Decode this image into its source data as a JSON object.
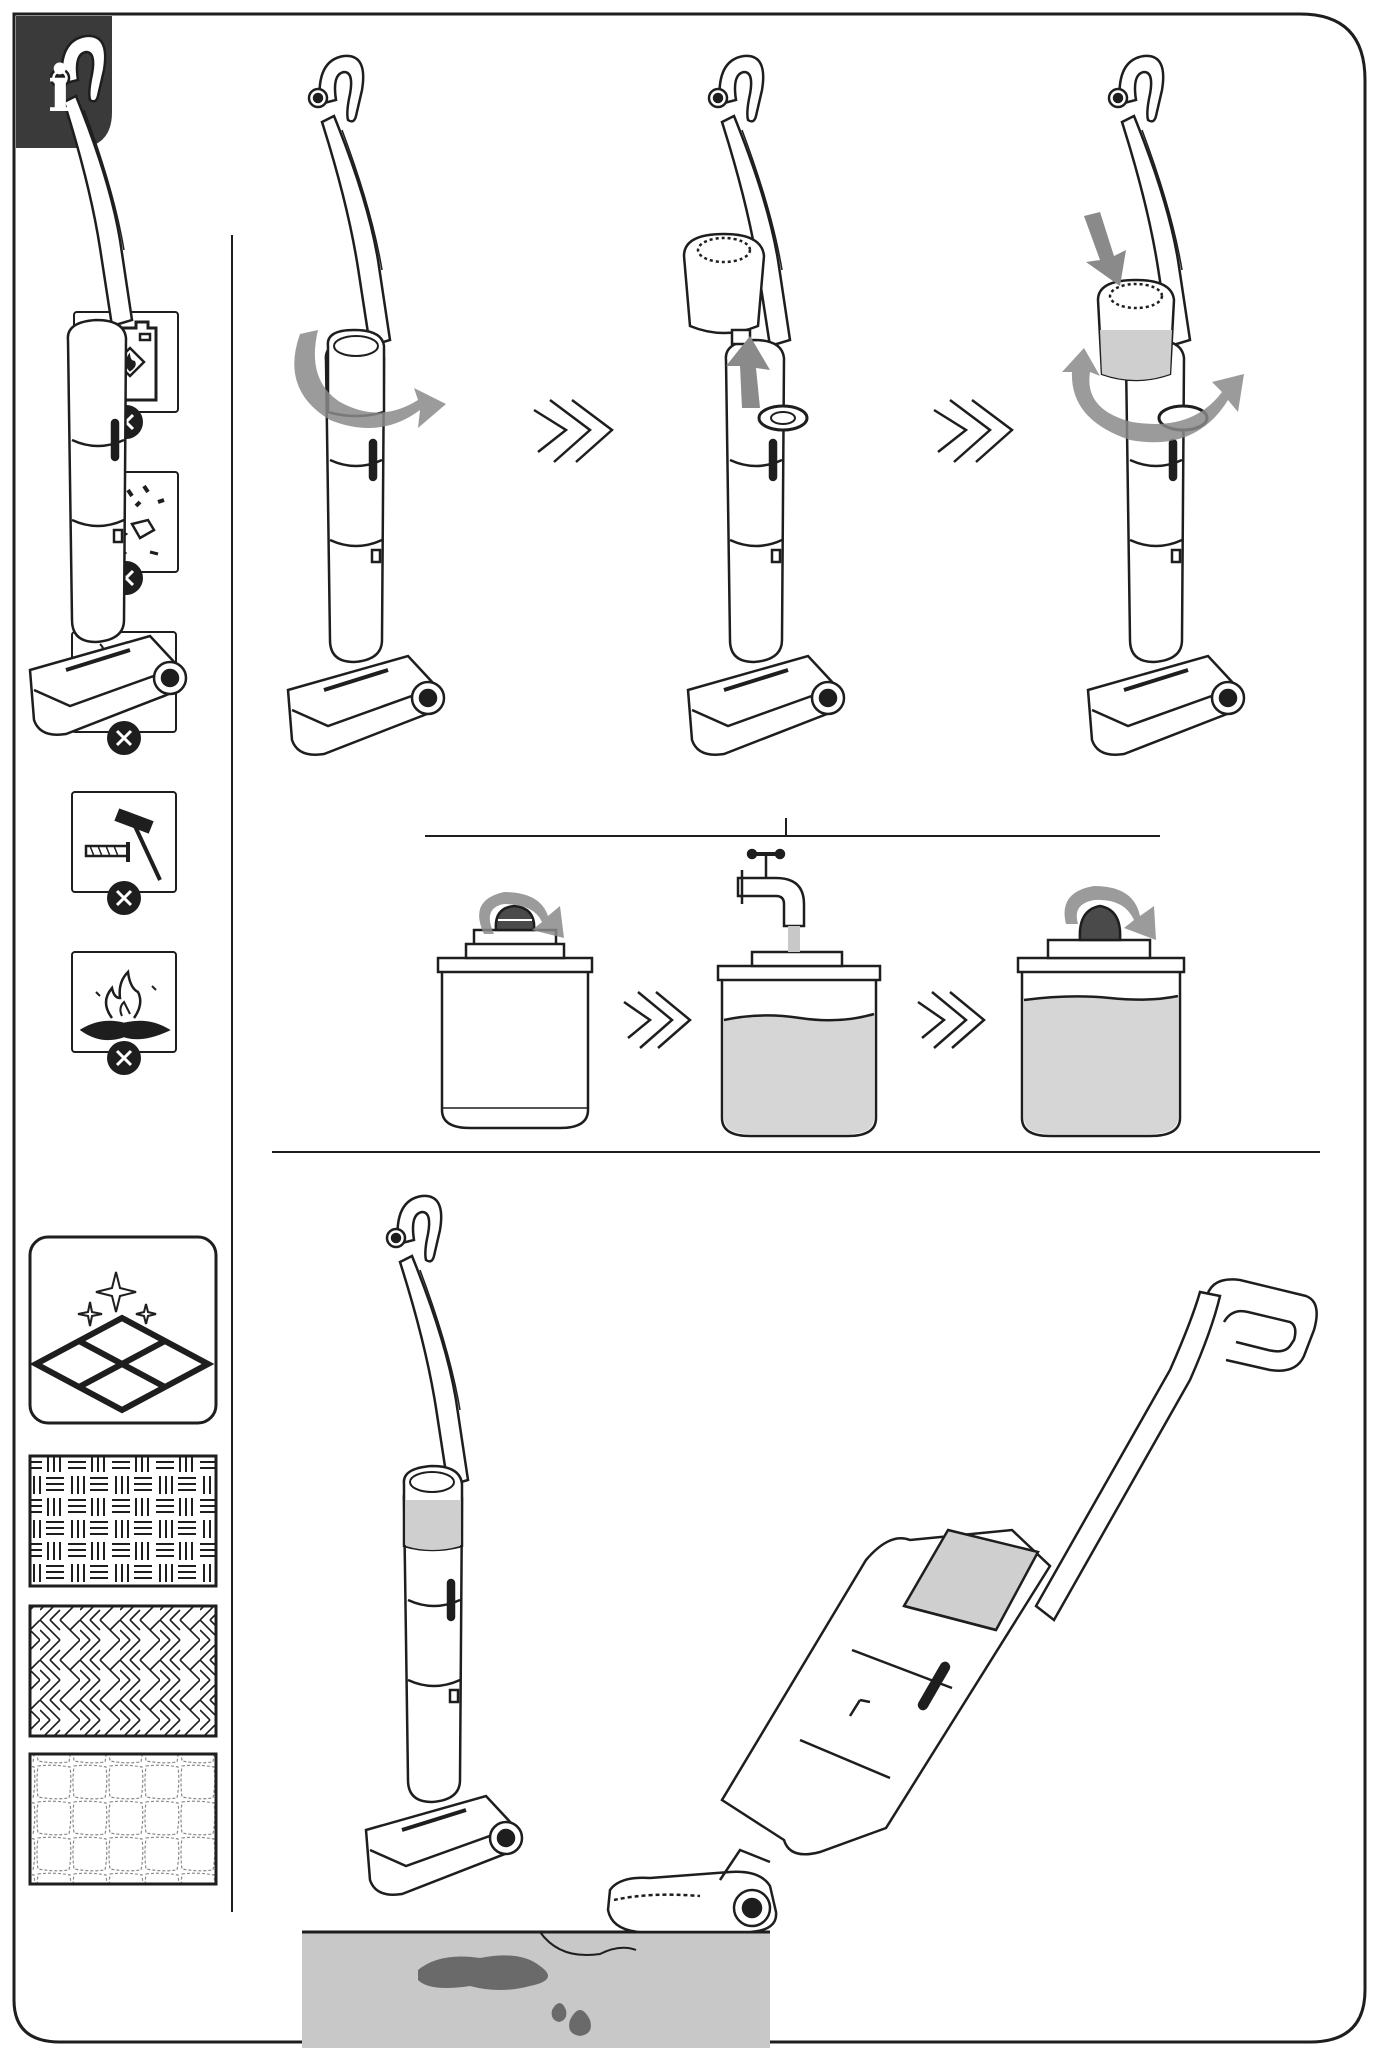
{
  "info_badge": {
    "letter": "i",
    "icon": "info-icon",
    "color": "#3a3a3a"
  },
  "colors": {
    "line": "#1e1e1e",
    "arrow": "#8a8a8a",
    "fill": "#cfcfcf",
    "water": "#c8c8c8",
    "page": "#ffffff"
  },
  "warnings": [
    {
      "name": "flammable-liquid-icon",
      "status": "prohibited"
    },
    {
      "name": "broken-glass-debris-icon",
      "status": "prohibited"
    },
    {
      "name": "cigarette-icon",
      "status": "prohibited"
    },
    {
      "name": "hammer-nail-sharp-objects-icon",
      "status": "prohibited"
    },
    {
      "name": "fire-ash-icon",
      "status": "prohibited"
    }
  ],
  "surfaces": [
    {
      "name": "hard-floor-tile-icon",
      "status": "suitable"
    },
    {
      "name": "parquet-wood-floor-icon",
      "status": "suitable"
    },
    {
      "name": "herringbone-floor-icon",
      "status": "suitable"
    },
    {
      "name": "stone-tile-floor-icon",
      "status": "suitable"
    }
  ],
  "steps_top": [
    "unlock-tank-icon",
    "lift-tank-icon",
    "insert-tank-icon"
  ],
  "steps_tank": [
    "open-cap-icon",
    "fill-water-tap-icon",
    "close-cap-icon"
  ],
  "step_separator": "double-chevron-icon"
}
